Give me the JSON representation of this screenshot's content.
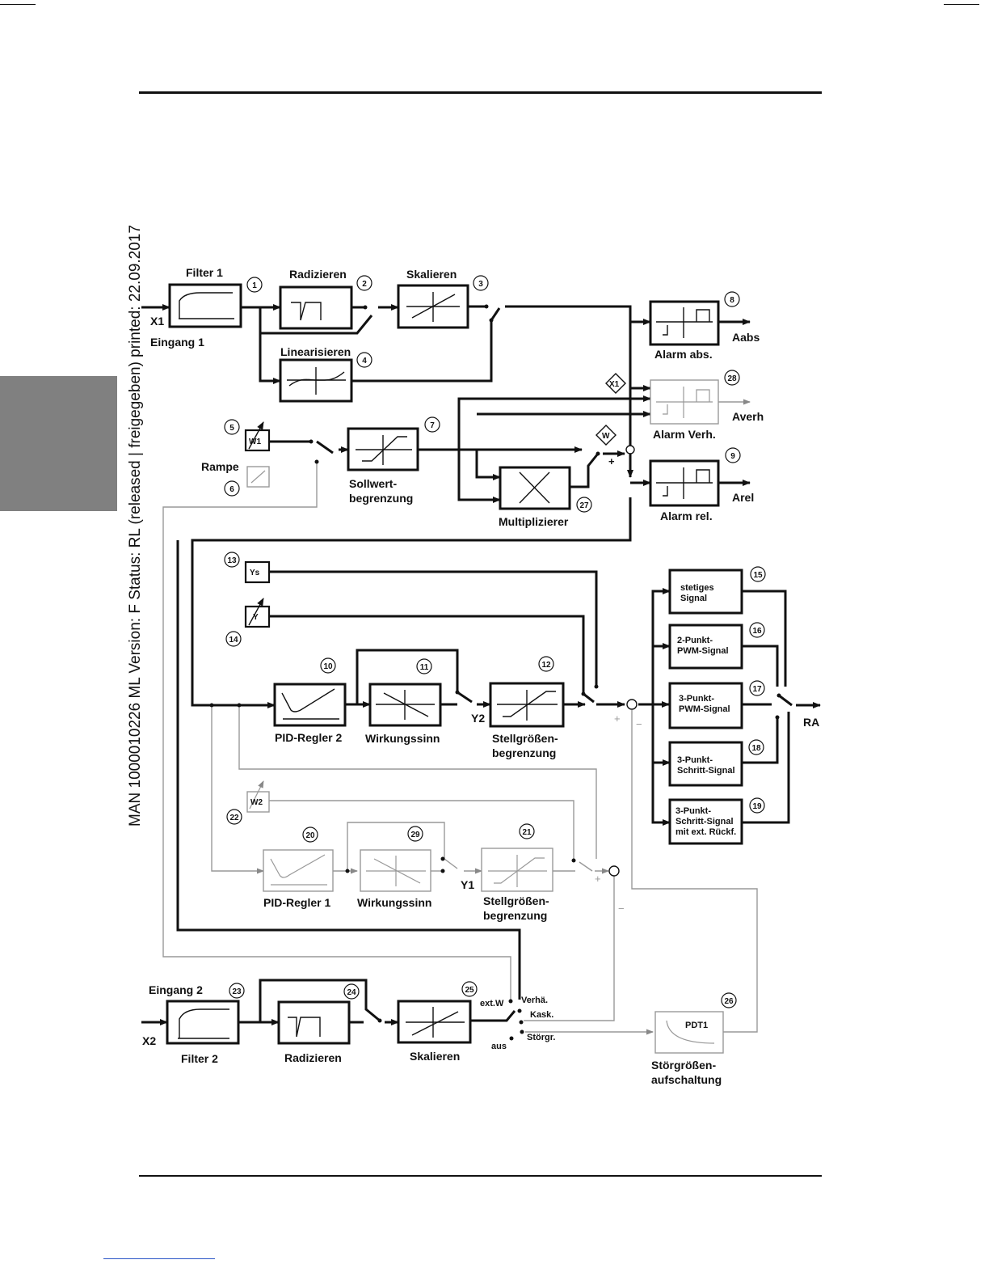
{
  "header": {
    "side_text": "MAN  1000010226  ML  Version: F  Status: RL (released | freigegeben)  printed: 22.09.2017"
  },
  "colors": {
    "ink": "#111111",
    "thin_path": "#999999",
    "side_tab": "#808080"
  },
  "numbers": [
    "1",
    "2",
    "3",
    "4",
    "5",
    "6",
    "7",
    "8",
    "9",
    "10",
    "11",
    "12",
    "13",
    "14",
    "15",
    "16",
    "17",
    "18",
    "19",
    "20",
    "21",
    "22",
    "23",
    "24",
    "25",
    "26",
    "27",
    "28",
    "29"
  ],
  "labels": {
    "filter1": "Filter 1",
    "radizieren1": "Radizieren",
    "skalieren1": "Skalieren",
    "linearisieren": "Linearisieren",
    "x1": "X1",
    "eingang1": "Eingang 1",
    "alarm_abs": "Alarm abs.",
    "aabs": "Aabs",
    "x1_marker": "X1",
    "alarm_verh": "Alarm Verh.",
    "averh": "Averh",
    "w_marker": "W",
    "plus_w": "+",
    "alarm_rel": "Alarm rel.",
    "arel": "Arel",
    "w1": "W1",
    "rampe": "Rampe",
    "sollwert1": "Sollwert-",
    "sollwert2": "begrenzung",
    "multiplizierer": "Multiplizierer",
    "ys": "Ys",
    "y": "Y",
    "stetiges1": "stetiges",
    "stetiges2": "Signal",
    "zweipunkt1": "2-Punkt-",
    "zweipunkt2": "PWM-Signal",
    "dreipunkt1": "3-Punkt-",
    "dreipunkt2": "PWM-Signal",
    "schritt1": "3-Punkt-",
    "schritt2": "Schritt-Signal",
    "rueck1": "3-Punkt-",
    "rueck2": "Schritt-Signal",
    "rueck3": "mit ext. Rückf.",
    "ra": "RA",
    "pid2": "PID-Regler 2",
    "wirkungssinn2": "Wirkungssinn",
    "y2": "Y2",
    "stell2a": "Stellgrößen-",
    "stell2b": "begrenzung",
    "plus_y2": "+",
    "minus_y2": "−",
    "w2": "W2",
    "pid1": "PID-Regler 1",
    "wirkungssinn1": "Wirkungssinn",
    "y1": "Y1",
    "stell1a": "Stellgrößen-",
    "stell1b": "begrenzung",
    "plus_y1": "+",
    "minus_y1": "−",
    "eingang2": "Eingang 2",
    "x2": "X2",
    "filter2": "Filter 2",
    "radizieren2": "Radizieren",
    "skalieren2": "Skalieren",
    "extw": "ext.W",
    "verha": "Verhä.",
    "kask": "Kask.",
    "storgr": "Störgr.",
    "aus": "aus",
    "pdt1": "PDT1",
    "stoer1": "Störgrößen-",
    "stoer2": "aufschaltung"
  }
}
